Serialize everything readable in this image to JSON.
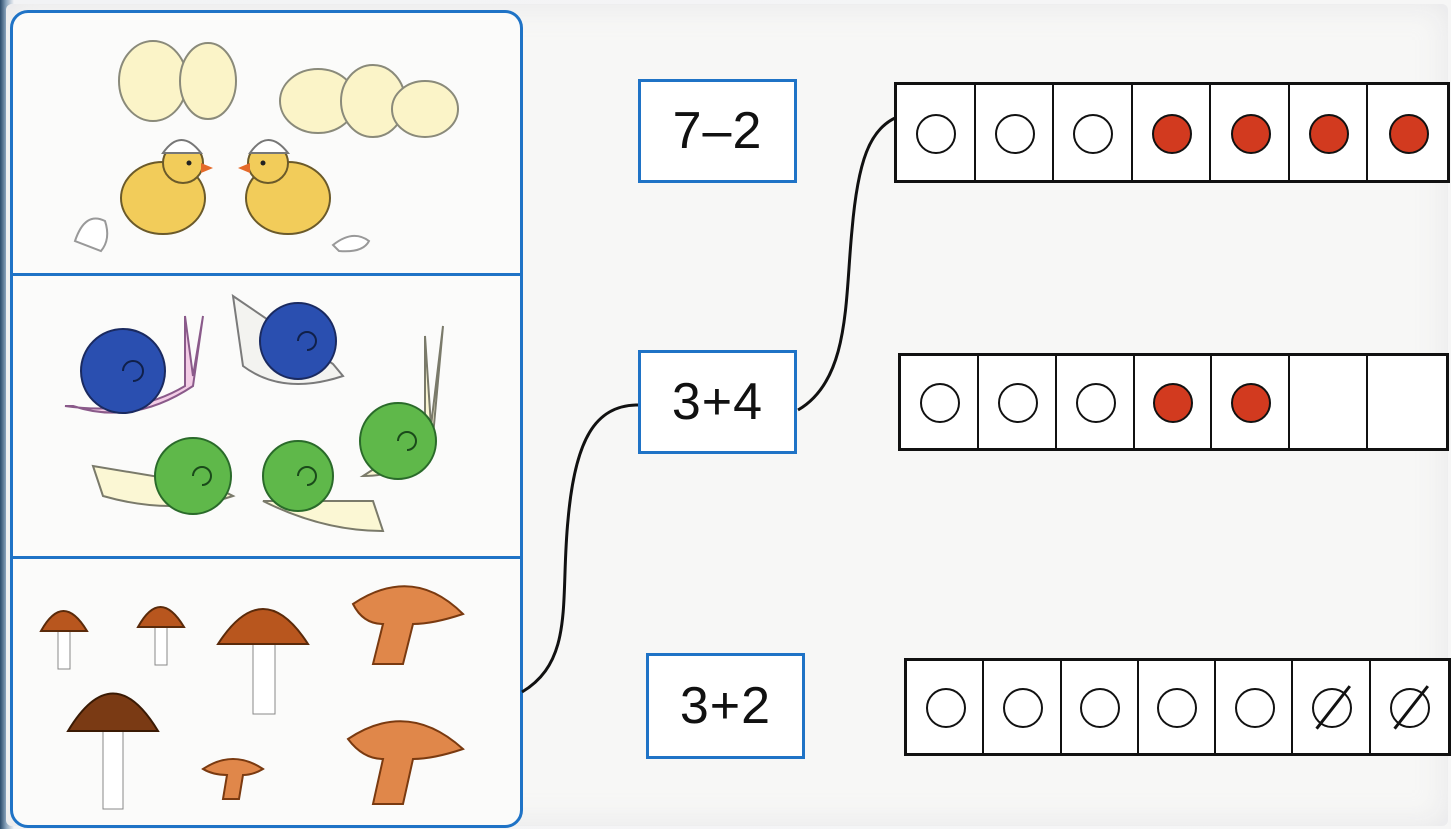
{
  "colors": {
    "frame": "#1f73c6",
    "filled_counter": "#d23a1f",
    "ink": "#111111"
  },
  "picture_groups": [
    {
      "name": "chicks-and-eggs",
      "total": 7
    },
    {
      "name": "snails",
      "total": 5
    },
    {
      "name": "mushrooms",
      "total": 7
    }
  ],
  "expressions": [
    "7–2",
    "3+4",
    "3+2"
  ],
  "counter_rows": [
    {
      "cells": [
        "empty",
        "empty",
        "empty",
        "filled",
        "filled",
        "filled",
        "filled"
      ]
    },
    {
      "cells": [
        "empty",
        "empty",
        "empty",
        "filled",
        "filled",
        "blank",
        "blank"
      ]
    },
    {
      "cells": [
        "empty",
        "empty",
        "empty",
        "empty",
        "empty",
        "crossed",
        "crossed"
      ]
    }
  ]
}
